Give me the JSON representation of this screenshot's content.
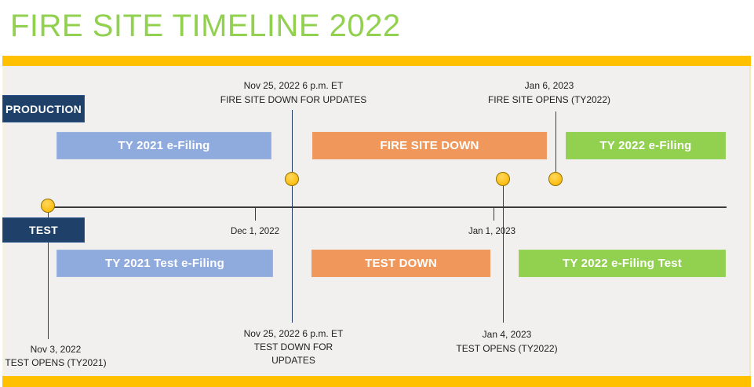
{
  "title": "FIRE SITE TIMELINE 2022",
  "colors": {
    "accent_yellow": "#FFC000",
    "title_green": "#92D050",
    "bar_blue": "#8FAADC",
    "bar_orange": "#F0985B",
    "bar_green": "#92D050",
    "row_label_navy": "#1F4068",
    "background_panel": "#F1F0EE"
  },
  "rows": {
    "production": {
      "label": "PRODUCTION",
      "bars": [
        {
          "label": "TY 2021 e-Filing"
        },
        {
          "label": "FIRE SITE DOWN"
        },
        {
          "label": "TY 2022 e-Filing"
        }
      ]
    },
    "test": {
      "label": "TEST",
      "bars": [
        {
          "label": "TY 2021 Test e-Filing"
        },
        {
          "label": "TEST DOWN"
        },
        {
          "label": "TY 2022 e-Filing Test"
        }
      ]
    }
  },
  "timeline": {
    "ticks": [
      {
        "label": "Dec 1, 2022"
      },
      {
        "label": "Jan 1, 2023"
      }
    ]
  },
  "annotations": {
    "fire_site_down": {
      "line1": "Nov 25, 2022 6 p.m. ET",
      "line2": "FIRE SITE DOWN FOR UPDATES"
    },
    "fire_site_opens": {
      "line1": "Jan 6, 2023",
      "line2": "FIRE SITE OPENS (TY2022)"
    },
    "test_opens_ty2021": {
      "line1": "Nov 3, 2022",
      "line2": "TEST OPENS (TY2021)"
    },
    "test_down": {
      "line1": "Nov 25, 2022 6 p.m. ET",
      "line2": "TEST DOWN FOR",
      "line3": "UPDATES"
    },
    "test_opens_ty2022": {
      "line1": "Jan 4, 2023",
      "line2": "TEST OPENS (TY2022)"
    }
  }
}
